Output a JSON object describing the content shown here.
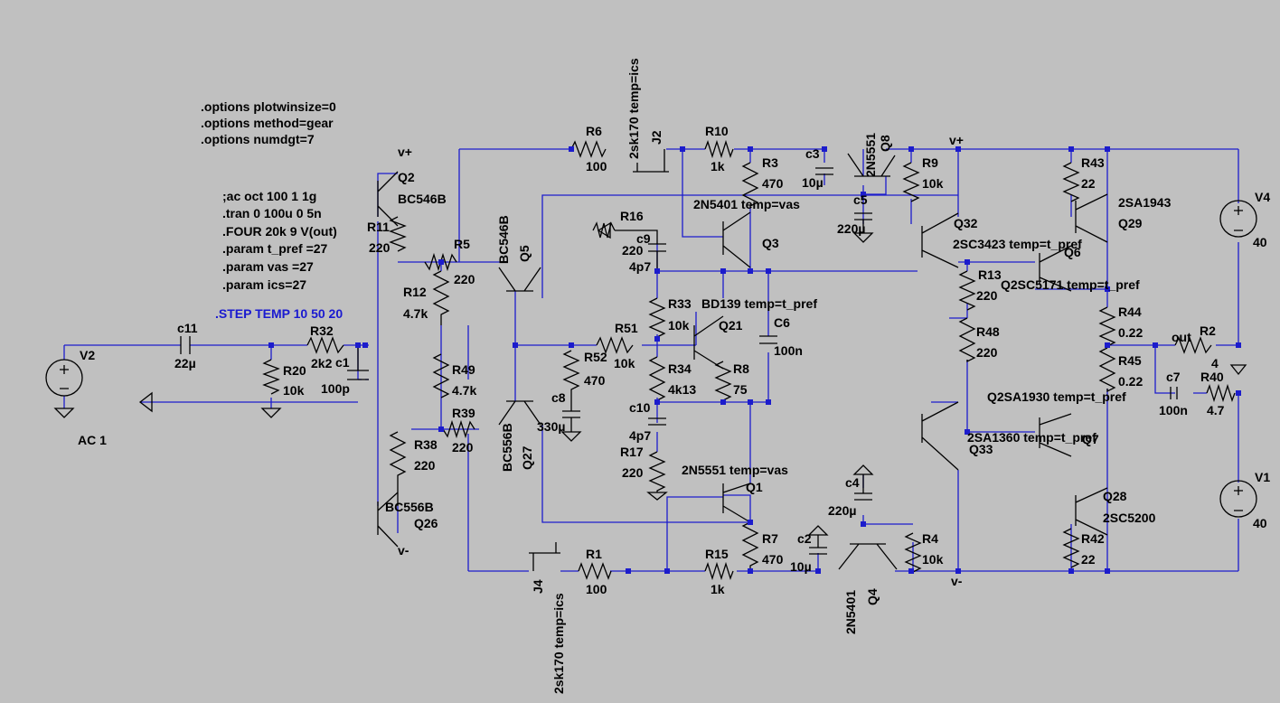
{
  "directives": [
    ".options plotwinsize=0",
    ".options method=gear",
    ".options numdgt=7",
    ";ac oct 100 1 1g",
    ".tran 0 100u 0 5n",
    ".FOUR 20k 9 V(out)",
    ".param t_pref =27",
    ".param vas =27",
    " .param ics=27"
  ],
  "step": ".STEP TEMP 10 50 20",
  "ac_source": "AC 1",
  "net_labels": {
    "vplus_top": "v+",
    "vplus_right": "v+",
    "vminus_bottom": "v-",
    "vminus_right": "v-",
    "out": "out"
  },
  "components": {
    "R1": {
      "name": "R1",
      "value": "100"
    },
    "R2": {
      "name": "R2",
      "value": "4"
    },
    "R3": {
      "name": "R3",
      "value": "470"
    },
    "R4": {
      "name": "R4",
      "value": "10k"
    },
    "R5": {
      "name": "R5",
      "value": "220"
    },
    "R6": {
      "name": "R6",
      "value": "100"
    },
    "R7": {
      "name": "R7",
      "value": "470"
    },
    "R8": {
      "name": "R8",
      "value": "75"
    },
    "R9": {
      "name": "R9",
      "value": "10k"
    },
    "R10": {
      "name": "R10",
      "value": "1k"
    },
    "R11": {
      "name": "R11",
      "value": "220"
    },
    "R12": {
      "name": "R12",
      "value": "4.7k"
    },
    "R13": {
      "name": "R13",
      "value": "220"
    },
    "R15": {
      "name": "R15",
      "value": "1k"
    },
    "R16": {
      "name": "R16",
      "value": "220"
    },
    "R17": {
      "name": "R17",
      "value": "220"
    },
    "R20": {
      "name": "R20",
      "value": "10k"
    },
    "R32": {
      "name": "R32",
      "value": "2k2"
    },
    "R33": {
      "name": "R33",
      "value": "10k"
    },
    "R34": {
      "name": "R34",
      "value": "4k13"
    },
    "R38": {
      "name": "R38",
      "value": "220"
    },
    "R39": {
      "name": "R39",
      "value": "220"
    },
    "R40": {
      "name": "R40",
      "value": "4.7"
    },
    "R42": {
      "name": "R42",
      "value": "22"
    },
    "R43": {
      "name": "R43",
      "value": "22"
    },
    "R44": {
      "name": "R44",
      "value": "0.22"
    },
    "R45": {
      "name": "R45",
      "value": "0.22"
    },
    "R48": {
      "name": "R48",
      "value": "220"
    },
    "R49": {
      "name": "R49",
      "value": "4.7k"
    },
    "R51": {
      "name": "R51",
      "value": "10k"
    },
    "R52": {
      "name": "R52",
      "value": "470"
    },
    "c1": {
      "name": "c1",
      "value": "100p"
    },
    "c2": {
      "name": "c2",
      "value": "10µ"
    },
    "c3": {
      "name": "c3",
      "value": "10µ"
    },
    "c4": {
      "name": "c4",
      "value": "220µ"
    },
    "c5": {
      "name": "c5",
      "value": "220µ"
    },
    "C6": {
      "name": "C6",
      "value": "100n"
    },
    "c7": {
      "name": "c7",
      "value": "100n"
    },
    "c8": {
      "name": "c8",
      "value": "330µ"
    },
    "c9": {
      "name": "c9",
      "value": "4p7"
    },
    "c10": {
      "name": "c10",
      "value": "4p7"
    },
    "c11": {
      "name": "c11",
      "value": "22µ"
    },
    "V1": {
      "name": "V1",
      "value": "40"
    },
    "V2": {
      "name": "V2",
      "value": ""
    },
    "V4": {
      "name": "V4",
      "value": "40"
    },
    "Q1": {
      "name": "Q1",
      "value": "2N5551 temp=vas"
    },
    "Q2": {
      "name": "Q2",
      "value": "BC546B"
    },
    "Q3": {
      "name": "Q3",
      "value": "2N5401 temp=vas"
    },
    "Q4": {
      "name": "Q4",
      "value": "2N5401"
    },
    "Q5": {
      "name": "Q5",
      "value": "BC546B"
    },
    "Q6": {
      "name": "Q6",
      "value": "2SC3423 temp=t_pref"
    },
    "Q7": {
      "name": "Q7",
      "value": "2SA1360 temp=t_pref"
    },
    "Q8": {
      "name": "Q8",
      "value": "2N5551"
    },
    "Q21": {
      "name": "Q21",
      "value": "BD139 temp=t_pref"
    },
    "Q26": {
      "name": "Q26",
      "value": "BC556B"
    },
    "Q27": {
      "name": "Q27",
      "value": "BC556B"
    },
    "Q28": {
      "name": "Q28",
      "value": "2SC5200"
    },
    "Q29": {
      "name": "Q29",
      "value": "2SA1943"
    },
    "Q32": {
      "name": "Q32",
      "value": "Q2SC5171 temp=t_pref"
    },
    "Q33": {
      "name": "Q33",
      "value": "Q2SA1930 temp=t_pref"
    },
    "J2": {
      "name": "J2",
      "value": "2sk170 temp=ics"
    },
    "J4": {
      "name": "J4",
      "value": "2sk170 temp=ics"
    }
  }
}
